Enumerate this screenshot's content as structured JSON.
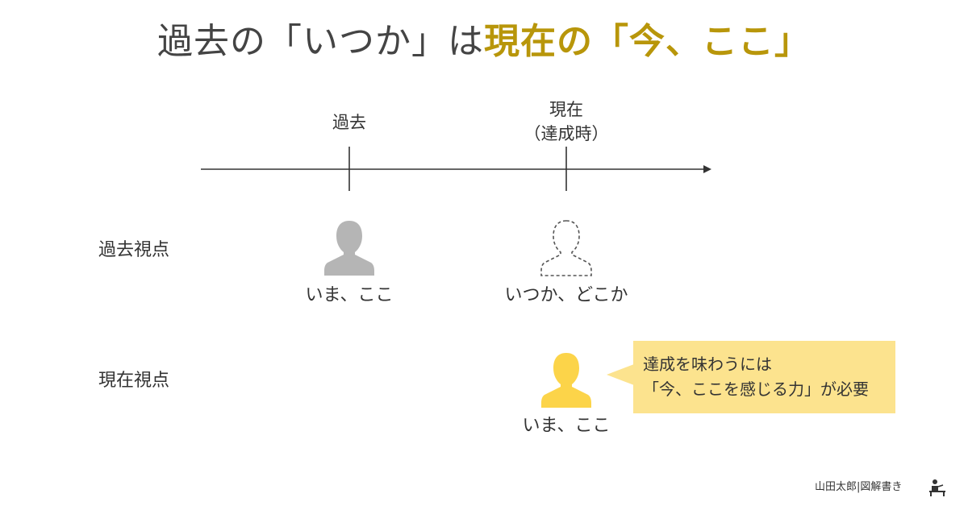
{
  "title": {
    "part1": "過去の「いつか」は",
    "part2": "現在の「今、ここ」"
  },
  "timeline": {
    "past_label": "過去",
    "present_label": "現在",
    "present_sub": "（達成時）"
  },
  "rows": {
    "past_view": "過去視点",
    "present_view": "現在視点"
  },
  "figures": {
    "past_self_caption": "いま、ここ",
    "future_self_caption": "いつか、どこか",
    "present_self_caption": "いま、ここ"
  },
  "callout": {
    "line1": "達成を味わうには",
    "line2": "「今、ここを感じる力」が必要"
  },
  "footer": {
    "credit": "山田太郎|図解書き"
  },
  "colors": {
    "accent": "#b8960a",
    "person_gray": "#b5b5b5",
    "person_yellow": "#fcd449",
    "callout_bg": "#fce38e",
    "line": "#333333"
  },
  "icons": {
    "person_solid": "person-icon",
    "person_dashed": "person-outline-icon",
    "footer": "writer-desk-icon"
  }
}
